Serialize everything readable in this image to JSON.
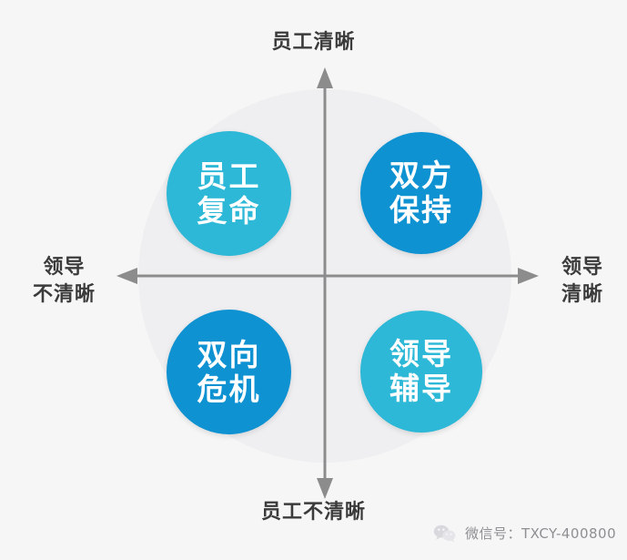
{
  "diagram": {
    "type": "quadrant-matrix",
    "background_color": "#f6f6f6",
    "backdrop_circle_color": "#efeff1",
    "axis_color": "#8c8c8c",
    "axes": {
      "top_label": "员工清晰",
      "bottom_label": "员工不清晰",
      "left_label": "领导\n不清晰",
      "right_label": "领导\n清晰"
    },
    "quadrants": [
      {
        "position": "top-left",
        "line1": "员工",
        "line2": "复命",
        "color": "#2cb8d6"
      },
      {
        "position": "top-right",
        "line1": "双方",
        "line2": "保持",
        "color": "#0e92d2"
      },
      {
        "position": "bottom-left",
        "line1": "双向",
        "line2": "危机",
        "color": "#0e92d2"
      },
      {
        "position": "bottom-right",
        "line1": "领导",
        "line2": "辅导",
        "color": "#2cb8d6"
      }
    ]
  },
  "watermark": {
    "icon": "wechat-icon",
    "text": "微信号：TXCY-400800",
    "color": "#8f8f93"
  }
}
